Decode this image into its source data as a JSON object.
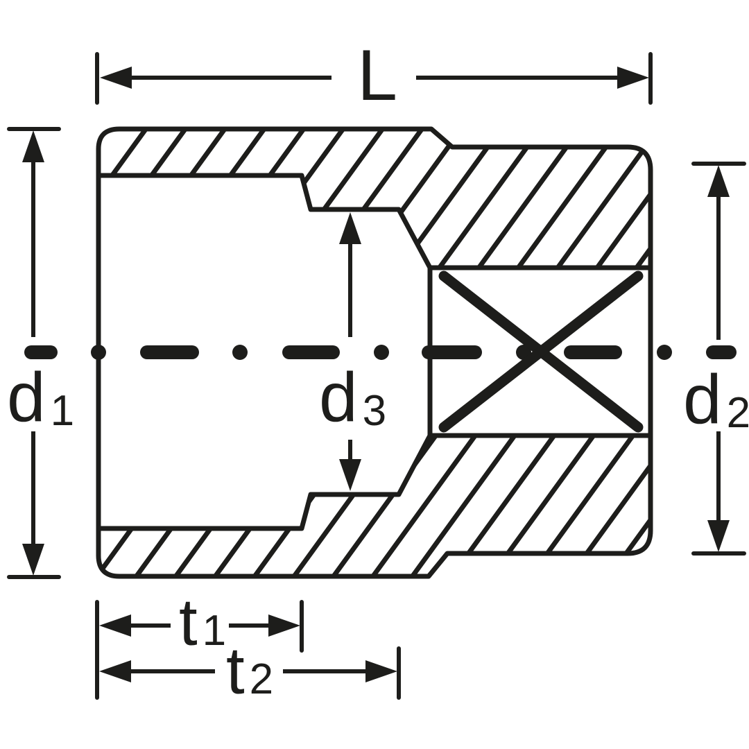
{
  "diagram": {
    "type": "technical-drawing",
    "subject": "Socket wrench cross-section with dimension annotations",
    "colors": {
      "ink": "#1d1d1b",
      "background": "#ffffff"
    },
    "dimensions": {
      "L": {
        "label": "L",
        "sub": ""
      },
      "d1": {
        "label": "d",
        "sub": "1"
      },
      "d2": {
        "label": "d",
        "sub": "2"
      },
      "d3": {
        "label": "d",
        "sub": "3"
      },
      "t1": {
        "label": "t",
        "sub": "1"
      },
      "t2": {
        "label": "t",
        "sub": "2"
      }
    }
  }
}
